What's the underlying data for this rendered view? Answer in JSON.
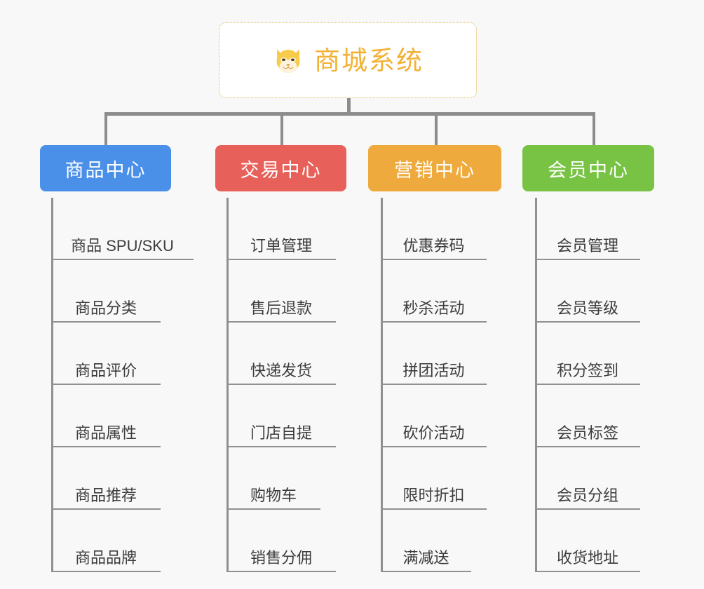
{
  "page": {
    "background": "#f8f8f8",
    "connector_color": "#8c8c8c",
    "leaf_line_color": "#909090",
    "leaf_text_color": "#3c3c3c"
  },
  "root": {
    "title": "商城系统",
    "icon": "shiba-dog-face-emoji",
    "text_color": "#f2b134",
    "border_color": "#e8b44a",
    "background": "#ffffff"
  },
  "branches": [
    {
      "label": "商品中心",
      "color": "#4a90e8",
      "items": [
        "商品 SPU/SKU",
        "商品分类",
        "商品评价",
        "商品属性",
        "商品推荐",
        "商品品牌"
      ]
    },
    {
      "label": "交易中心",
      "color": "#e8605a",
      "items": [
        "订单管理",
        "售后退款",
        "快递发货",
        "门店自提",
        "购物车",
        "销售分佣"
      ]
    },
    {
      "label": "营销中心",
      "color": "#eeaa3c",
      "items": [
        "优惠券码",
        "秒杀活动",
        "拼团活动",
        "砍价活动",
        "限时折扣",
        "满减送"
      ]
    },
    {
      "label": "会员中心",
      "color": "#78c344",
      "items": [
        "会员管理",
        "会员等级",
        "积分签到",
        "会员标签",
        "会员分组",
        "收货地址"
      ]
    }
  ]
}
